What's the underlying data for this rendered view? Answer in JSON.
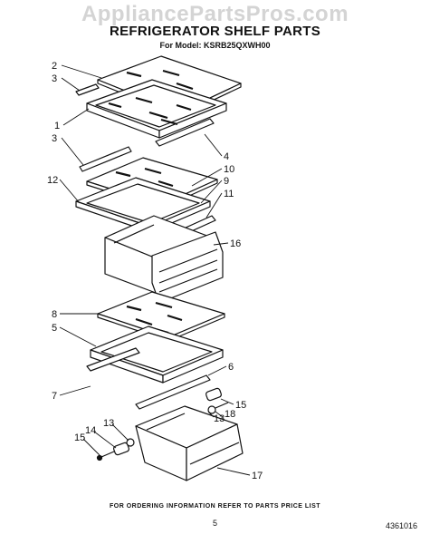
{
  "watermark": "AppliancePartsPros.com",
  "title": "REFRIGERATOR SHELF PARTS",
  "subtitle": "For Model: KSRB25QXWH00",
  "footer_note": "FOR ORDERING INFORMATION REFER TO PARTS PRICE LIST",
  "page_number": "5",
  "drawing_number": "4361016",
  "callouts": [
    "2",
    "3",
    "1",
    "3",
    "4",
    "10",
    "9",
    "12",
    "11",
    "16",
    "8",
    "5",
    "6",
    "7",
    "15",
    "18",
    "13",
    "13",
    "14",
    "15",
    "17"
  ]
}
